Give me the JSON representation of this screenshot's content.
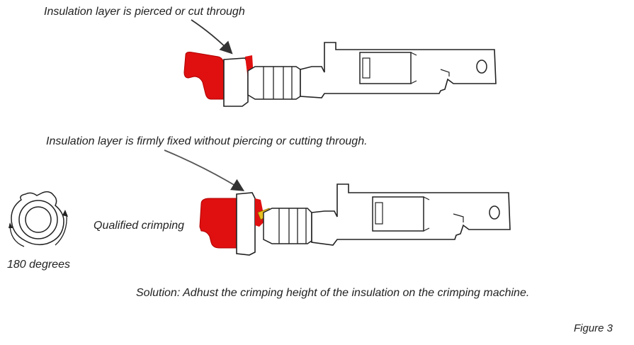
{
  "labels": {
    "top_annotation": "Insulation layer is pierced or cut through",
    "mid_annotation": "Insulation layer is firmly fixed without piercing or cutting through.",
    "qualified": "Qualified crimping",
    "degrees": "180 degrees",
    "solution": "Solution: Adhust the crimping height of the insulation on the crimping machine.",
    "figure": "Figure 3"
  },
  "colors": {
    "insulation": "#e01010",
    "conductor_strands": "#e8c020",
    "outline": "#222222",
    "arrow": "#444444"
  }
}
